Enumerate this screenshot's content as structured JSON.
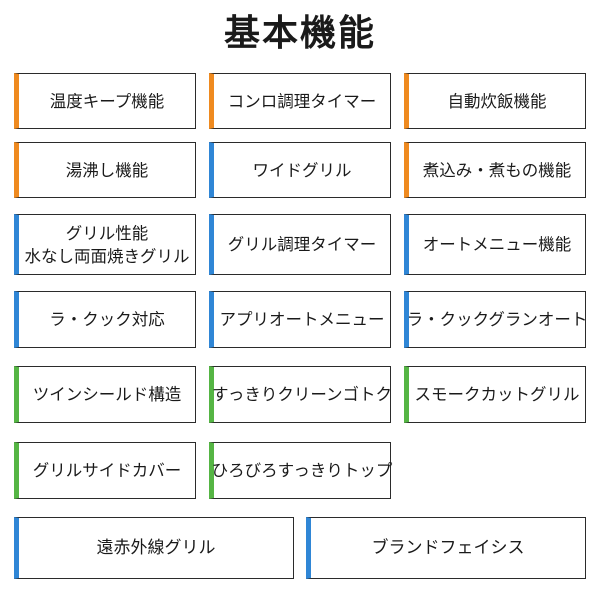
{
  "title": "基本機能",
  "colors": {
    "orange": "#ef8a1f",
    "blue": "#2f86d6",
    "green": "#55b544",
    "border": "#2b2b2b"
  },
  "features": [
    {
      "label": "温度キープ機能",
      "color": "orange"
    },
    {
      "label": "コンロ調理タイマー",
      "color": "orange"
    },
    {
      "label": "自動炊飯機能",
      "color": "orange"
    },
    {
      "label": "湯沸し機能",
      "color": "orange"
    },
    {
      "label": "ワイドグリル",
      "color": "blue"
    },
    {
      "label": "煮込み・煮もの機能",
      "color": "orange"
    },
    {
      "label": "グリル性能",
      "label2": "水なし両面焼きグリル",
      "color": "blue"
    },
    {
      "label": "グリル調理タイマー",
      "color": "blue"
    },
    {
      "label": "オートメニュー機能",
      "color": "blue"
    },
    {
      "label": "ラ・クック対応",
      "color": "blue"
    },
    {
      "label": "アプリオートメニュー",
      "color": "blue"
    },
    {
      "label": "ラ・クックグランオート",
      "color": "blue"
    },
    {
      "label": "ツインシールド構造",
      "color": "green"
    },
    {
      "label": "すっきりクリーンゴトク",
      "color": "green"
    },
    {
      "label": "スモークカットグリル",
      "color": "green"
    },
    {
      "label": "グリルサイドカバー",
      "color": "green"
    },
    {
      "label": "ひろびろすっきりトップ",
      "color": "green"
    },
    {
      "label": "遠赤外線グリル",
      "color": "blue"
    },
    {
      "label": "ブランドフェイシス",
      "color": "blue"
    }
  ]
}
